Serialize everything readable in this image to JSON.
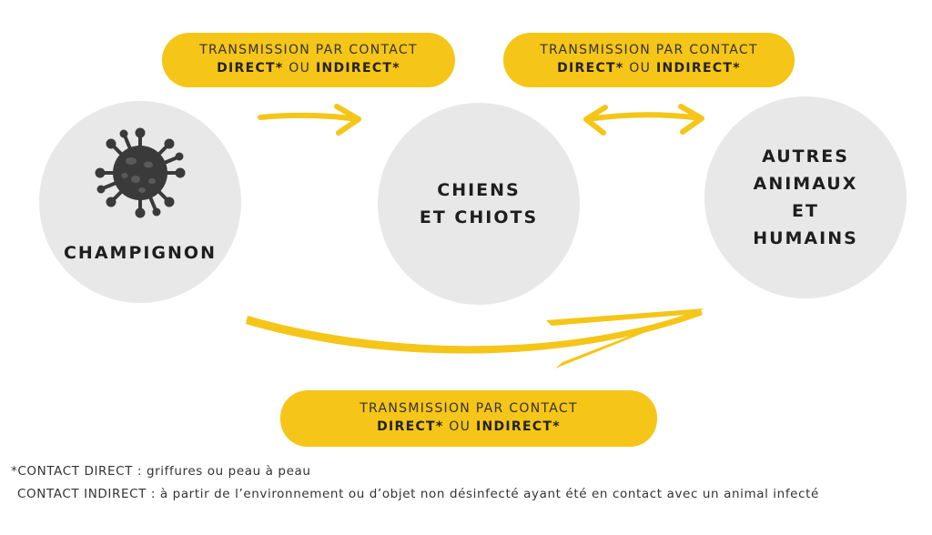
{
  "transmission_pills": {
    "top_left": {
      "line1": "TRANSMISSION PAR CONTACT",
      "direct": "DIRECT*",
      "ou": "OU",
      "indirect": "INDIRECT*"
    },
    "top_right": {
      "line1": "TRANSMISSION PAR CONTACT",
      "direct": "DIRECT*",
      "ou": "OU",
      "indirect": "INDIRECT*"
    },
    "bottom": {
      "line1": "TRANSMISSION PAR CONTACT",
      "direct": "DIRECT*",
      "ou": "OU",
      "indirect": "INDIRECT*"
    }
  },
  "nodes": {
    "fungus": {
      "label": "CHAMPIGNON",
      "icon": "fungus-spore-icon"
    },
    "dogs": {
      "line1": "CHIENS",
      "line2": "ET CHIOTS"
    },
    "others": {
      "line1": "AUTRES",
      "line2": "ANIMAUX",
      "line3": "ET",
      "line4": "HUMAINS"
    }
  },
  "footnotes": {
    "direct": "*CONTACT DIRECT : griffures ou peau à peau",
    "indirect": "CONTACT INDIRECT : à partir de l’environnement ou d’objet non désinfecté ayant été en contact avec un animal infecté"
  },
  "colors": {
    "accent_yellow": "#f5c518",
    "circle_gray": "#e8e8e8",
    "icon_dark": "#3a3a3a"
  }
}
